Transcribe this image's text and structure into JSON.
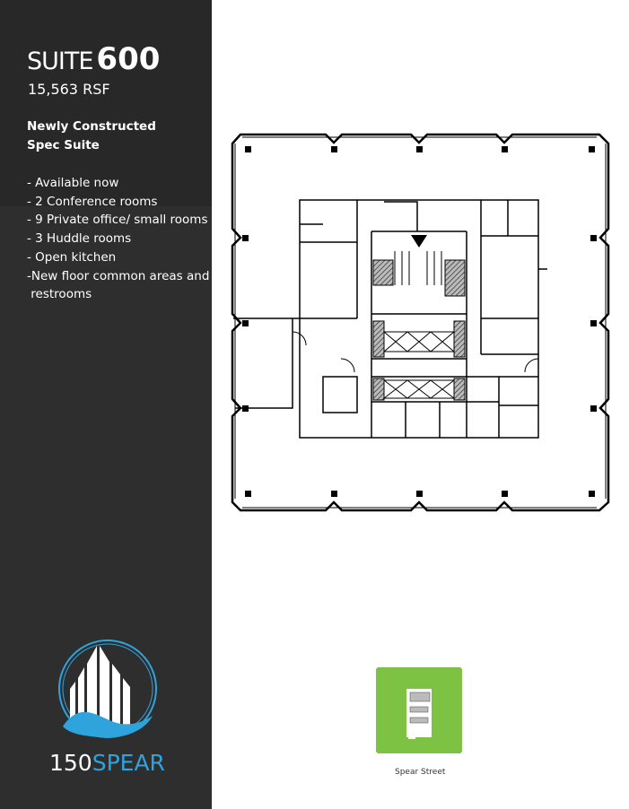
{
  "sidebar": {
    "title_word": "SUITE",
    "title_number": "600",
    "rsf": "15,563 RSF",
    "subtitle_lines": [
      "Newly Constructed",
      "Spec Suite"
    ],
    "features": [
      "- Available now",
      "- 2 Conference rooms",
      "- 9 Private office/ small rooms",
      "- 3 Huddle rooms",
      "- Open kitchen",
      "-New floor common areas and",
      " restrooms"
    ],
    "logo": {
      "text_part1": "150",
      "text_part2": "SPEAR",
      "accent_color": "#2ea3dc"
    }
  },
  "keyplan": {
    "street_label": "Spear Street",
    "highlight_color": "#7dc242"
  },
  "colors": {
    "sidebar_bg": "#2f2e2e"
  }
}
